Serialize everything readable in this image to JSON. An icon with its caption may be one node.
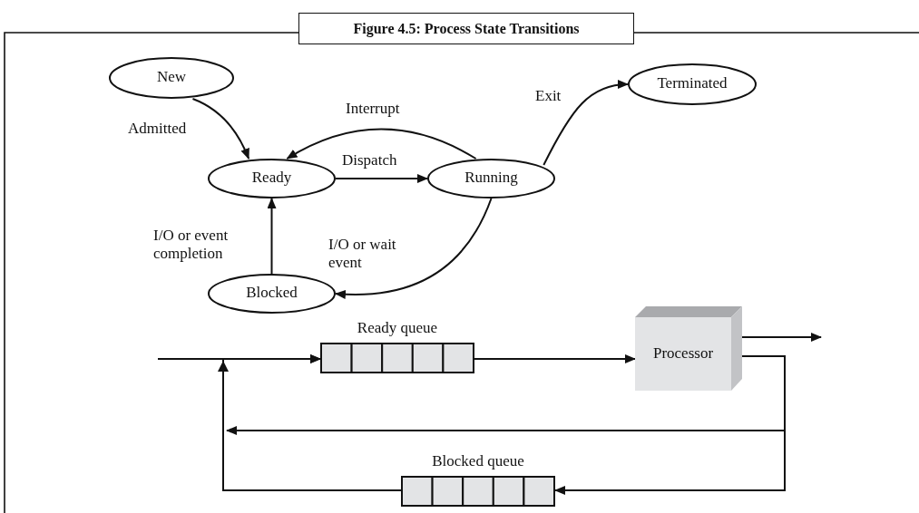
{
  "diagram": {
    "title": "Figure 4.5: Process State Transitions",
    "nodes": [
      {
        "text": [
          "New"
        ]
      },
      {
        "text": [
          "Ready"
        ]
      },
      {
        "text": [
          "Running"
        ]
      },
      {
        "text": [
          "Terminated"
        ]
      },
      {
        "text": [
          "Blocked"
        ]
      },
      {
        "text": [
          "Ready queue"
        ]
      },
      {
        "text": [
          "Processor"
        ]
      },
      {
        "text": [
          "Blocked queue"
        ]
      }
    ],
    "edges": [
      {
        "from": 0,
        "to": 1,
        "arrow": "to",
        "label": "Admitted"
      },
      {
        "from": 2,
        "to": 1,
        "arrow": "to",
        "label": "Interrupt"
      },
      {
        "from": 1,
        "to": 2,
        "arrow": "to",
        "label": "Dispatch"
      },
      {
        "from": 2,
        "to": 3,
        "arrow": "to",
        "label": "Exit"
      },
      {
        "from": 2,
        "to": 4,
        "arrow": "to",
        "label": "I/O or wait event"
      },
      {
        "from": 4,
        "to": 1,
        "arrow": "to",
        "label": "I/O or event completion"
      },
      {
        "from": null,
        "to": 5,
        "arrow": "to"
      },
      {
        "from": 5,
        "to": 6,
        "arrow": "to"
      },
      {
        "from": 6,
        "to": null,
        "arrow": "to"
      },
      {
        "from": 6,
        "to": 7,
        "arrow": "to"
      },
      {
        "from": 6,
        "to": null,
        "arrow": "to"
      },
      {
        "from": 7,
        "to": 5,
        "arrow": "to"
      }
    ]
  }
}
